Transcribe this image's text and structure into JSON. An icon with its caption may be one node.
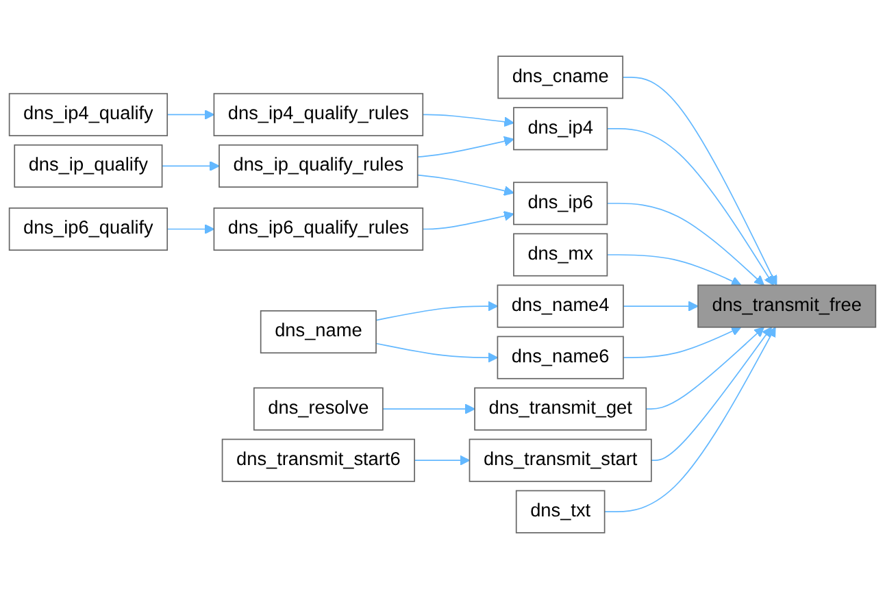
{
  "diagram": {
    "nodes": [
      {
        "text": [
          "dns_ip4_qualify"
        ]
      },
      {
        "text": [
          "dns_ip4_qualify_rules"
        ]
      },
      {
        "text": [
          "dns_ip_qualify"
        ]
      },
      {
        "text": [
          "dns_ip_qualify_rules"
        ]
      },
      {
        "text": [
          "dns_ip6_qualify"
        ]
      },
      {
        "text": [
          "dns_ip6_qualify_rules"
        ]
      },
      {
        "text": [
          "dns_cname"
        ]
      },
      {
        "text": [
          "dns_ip4"
        ]
      },
      {
        "text": [
          "dns_ip6"
        ]
      },
      {
        "text": [
          "dns_mx"
        ]
      },
      {
        "text": [
          "dns_name"
        ]
      },
      {
        "text": [
          "dns_name4"
        ]
      },
      {
        "text": [
          "dns_name6"
        ]
      },
      {
        "text": [
          "dns_resolve"
        ]
      },
      {
        "text": [
          "dns_transmit_get"
        ]
      },
      {
        "text": [
          "dns_transmit_start6"
        ]
      },
      {
        "text": [
          "dns_transmit_start"
        ]
      },
      {
        "text": [
          "dns_txt"
        ]
      },
      {
        "text": [
          "dns_transmit_free"
        ]
      }
    ],
    "edges": [
      {
        "from": 0,
        "to": 1,
        "arrow": "to"
      },
      {
        "from": 1,
        "to": 7,
        "arrow": "to"
      },
      {
        "from": 2,
        "to": 3,
        "arrow": "to"
      },
      {
        "from": 3,
        "to": 7,
        "arrow": "to"
      },
      {
        "from": 3,
        "to": 8,
        "arrow": "to"
      },
      {
        "from": 4,
        "to": 5,
        "arrow": "to"
      },
      {
        "from": 5,
        "to": 8,
        "arrow": "to"
      },
      {
        "from": 6,
        "to": 18,
        "arrow": "to"
      },
      {
        "from": 7,
        "to": 18,
        "arrow": "to"
      },
      {
        "from": 8,
        "to": 18,
        "arrow": "to"
      },
      {
        "from": 9,
        "to": 18,
        "arrow": "to"
      },
      {
        "from": 10,
        "to": 11,
        "arrow": "to"
      },
      {
        "from": 10,
        "to": 12,
        "arrow": "to"
      },
      {
        "from": 11,
        "to": 18,
        "arrow": "to"
      },
      {
        "from": 12,
        "to": 18,
        "arrow": "to"
      },
      {
        "from": 13,
        "to": 14,
        "arrow": "to"
      },
      {
        "from": 14,
        "to": 18,
        "arrow": "to"
      },
      {
        "from": 15,
        "to": 16,
        "arrow": "to"
      },
      {
        "from": 16,
        "to": 18,
        "arrow": "to"
      },
      {
        "from": 17,
        "to": 18,
        "arrow": "to"
      }
    ]
  }
}
